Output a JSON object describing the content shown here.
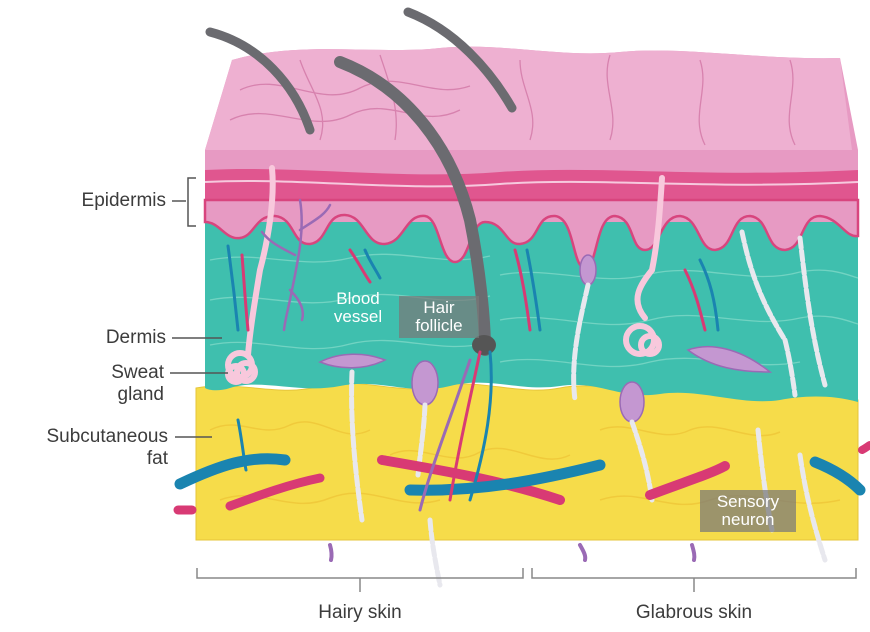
{
  "labels": {
    "epidermis": "Epidermis",
    "dermis": "Dermis",
    "sweat_gland_1": "Sweat",
    "sweat_gland_2": "gland",
    "subcutaneous_1": "Subcutaneous",
    "subcutaneous_2": "fat",
    "blood_vessel_1": "Blood",
    "blood_vessel_2": "vessel",
    "hair_follicle_1": "Hair",
    "hair_follicle_2": "follicle",
    "sensory_neuron_1": "Sensory",
    "sensory_neuron_2": "neuron",
    "hairy_skin": "Hairy skin",
    "glabrous_skin": "Glabrous skin"
  },
  "colors": {
    "epidermis_top": "#e79ac3",
    "epidermis_band": "#e0568f",
    "dermis": "#3fbfae",
    "fat": "#f6dc4a",
    "hair": "#6b6b70",
    "artery": "#d83a74",
    "vein": "#1a84b0",
    "nerve": "#9a6ab5"
  }
}
